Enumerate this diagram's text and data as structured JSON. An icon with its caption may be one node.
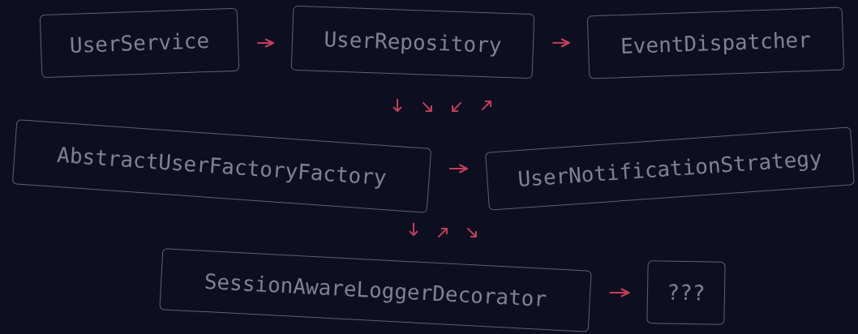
{
  "diagram": {
    "nodes": [
      {
        "text": [
          "UserService"
        ]
      },
      {
        "text": [
          "UserRepository"
        ]
      },
      {
        "text": [
          "EventDispatcher"
        ]
      },
      {
        "text": [
          "AbstractUserFactoryFactory"
        ]
      },
      {
        "text": [
          "UserNotificationStrategy"
        ]
      },
      {
        "text": [
          "SessionAwareLoggerDecorator"
        ]
      },
      {
        "text": [
          "???"
        ]
      }
    ],
    "edges": [
      {
        "from": 0,
        "to": 1,
        "arrow": "to"
      },
      {
        "from": 1,
        "to": 2,
        "arrow": "to"
      },
      {
        "from": 3,
        "to": 4,
        "arrow": "to"
      },
      {
        "from": 5,
        "to": 6,
        "arrow": "to"
      }
    ]
  }
}
